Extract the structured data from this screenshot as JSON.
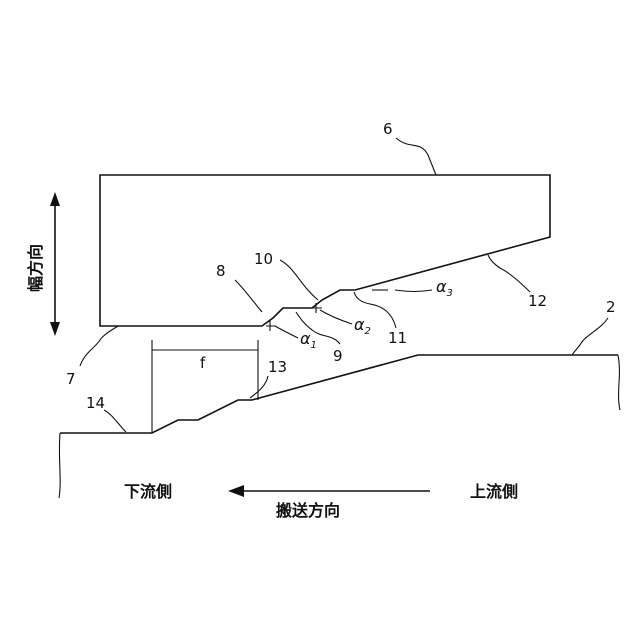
{
  "labels": {
    "n6": "6",
    "n7": "7",
    "n8": "8",
    "n9": "9",
    "n10": "10",
    "n11": "11",
    "n12": "12",
    "n13": "13",
    "n14": "14",
    "n2": "2",
    "f": "f"
  },
  "angles": {
    "a1": "α",
    "a1_sub": "1",
    "a2": "α",
    "a2_sub": "2",
    "a3": "α",
    "a3_sub": "3"
  },
  "text": {
    "width_direction": "幅方向",
    "downstream": "下流側",
    "upstream": "上流側",
    "transport_direction": "搬送方向"
  }
}
